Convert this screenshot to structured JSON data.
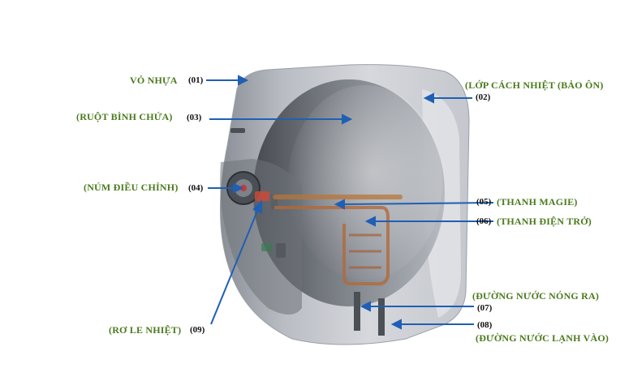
{
  "colors": {
    "label": "#4a7a1c",
    "number": "#111111",
    "arrow": "#1f5fb4"
  },
  "parts": {
    "p01": {
      "name": "VỎ NHỰA",
      "code": "(01)"
    },
    "p02": {
      "name": "(LỚP CÁCH NHIỆT (BẢO ÔN)",
      "code": "(02)"
    },
    "p03": {
      "name": "(RUỘT BÌNH CHỨA)",
      "code": "(03)"
    },
    "p04": {
      "name": "(NÚM ĐIỀU CHỈNH)",
      "code": "(04)"
    },
    "p05": {
      "name": "(THANH MAGIE)",
      "code": "(05)"
    },
    "p06": {
      "name": "(THANH ĐIỆN TRỞ)",
      "code": "(06)"
    },
    "p07": {
      "name": "(ĐƯỜNG NƯỚC NÓNG RA)",
      "code": "(07)"
    },
    "p08": {
      "name": "(ĐƯỜNG NƯỚC LẠNH VÀO)",
      "code": "(08)"
    },
    "p09": {
      "name": "(RƠ LE NHIỆT)",
      "code": "(09)"
    }
  }
}
